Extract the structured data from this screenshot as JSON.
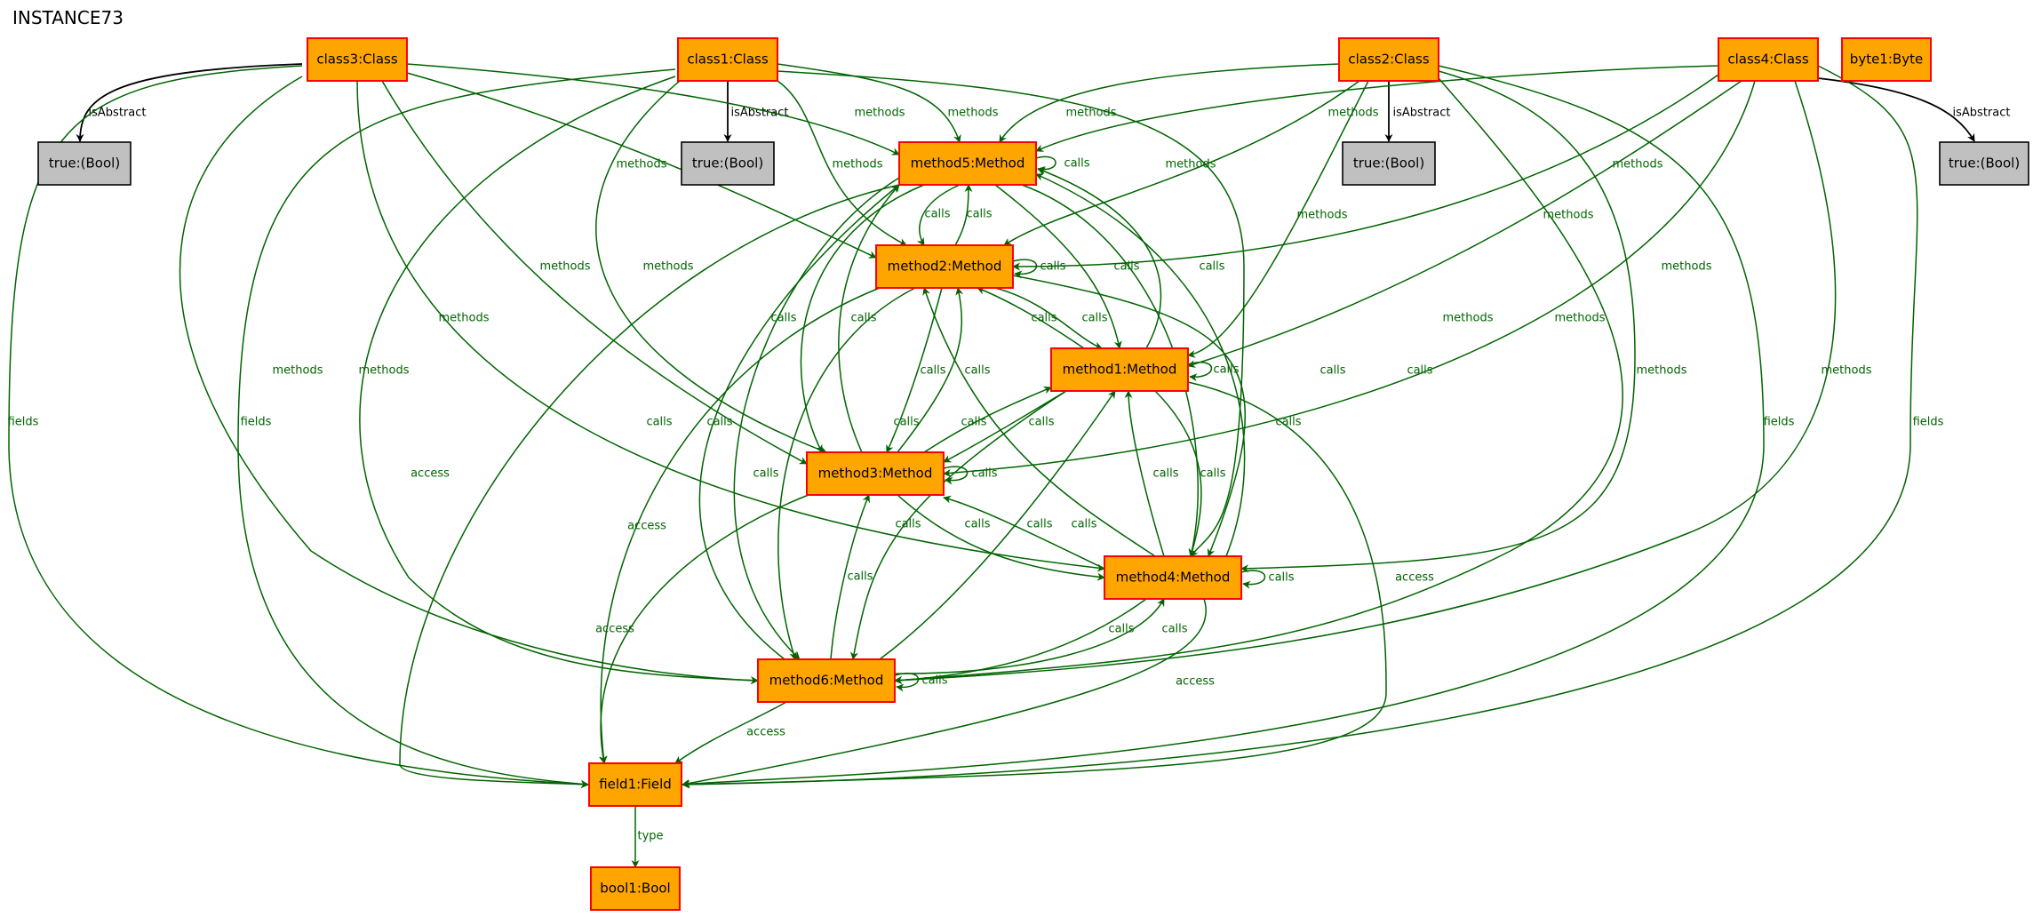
{
  "title": "INSTANCE73",
  "colors": {
    "class_fill": "#ffa500",
    "class_stroke": "#ff0000",
    "bool_fill": "#c0c0c0",
    "bool_stroke": "#000000",
    "green_edge": "#006400",
    "black_edge": "#000000"
  },
  "nodes": [
    {
      "id": "class3",
      "label": "class3:Class",
      "kind": "class"
    },
    {
      "id": "class1",
      "label": "class1:Class",
      "kind": "class"
    },
    {
      "id": "class2",
      "label": "class2:Class",
      "kind": "class"
    },
    {
      "id": "class4",
      "label": "class4:Class",
      "kind": "class"
    },
    {
      "id": "byte1",
      "label": "byte1:Byte",
      "kind": "class"
    },
    {
      "id": "trueA",
      "label": "true:(Bool)",
      "kind": "bool"
    },
    {
      "id": "trueB",
      "label": "true:(Bool)",
      "kind": "bool"
    },
    {
      "id": "trueC",
      "label": "true:(Bool)",
      "kind": "bool"
    },
    {
      "id": "trueD",
      "label": "true:(Bool)",
      "kind": "bool"
    },
    {
      "id": "method5",
      "label": "method5:Method",
      "kind": "class"
    },
    {
      "id": "method2",
      "label": "method2:Method",
      "kind": "class"
    },
    {
      "id": "method1",
      "label": "method1:Method",
      "kind": "class"
    },
    {
      "id": "method3",
      "label": "method3:Method",
      "kind": "class"
    },
    {
      "id": "method4",
      "label": "method4:Method",
      "kind": "class"
    },
    {
      "id": "method6",
      "label": "method6:Method",
      "kind": "class"
    },
    {
      "id": "field1",
      "label": "field1:Field",
      "kind": "class"
    },
    {
      "id": "bool1",
      "label": "bool1:Bool",
      "kind": "class"
    }
  ],
  "edges": [
    {
      "from": "class3",
      "to": "trueA",
      "label": "isAbstract"
    },
    {
      "from": "class1",
      "to": "trueB",
      "label": "isAbstract"
    },
    {
      "from": "class2",
      "to": "trueC",
      "label": "isAbstract"
    },
    {
      "from": "class4",
      "to": "trueD",
      "label": "isAbstract"
    },
    {
      "from": "class3",
      "to": "field1",
      "label": "fields"
    },
    {
      "from": "class1",
      "to": "field1",
      "label": "fields"
    },
    {
      "from": "class2",
      "to": "field1",
      "label": "fields"
    },
    {
      "from": "class4",
      "to": "field1",
      "label": "fields"
    },
    {
      "from": "class3",
      "to": "method5",
      "label": "methods"
    },
    {
      "from": "class3",
      "to": "method2",
      "label": "methods"
    },
    {
      "from": "class3",
      "to": "method3",
      "label": "methods"
    },
    {
      "from": "class3",
      "to": "method4",
      "label": "methods"
    },
    {
      "from": "class3",
      "to": "method6",
      "label": "methods"
    },
    {
      "from": "class1",
      "to": "method5",
      "label": "methods"
    },
    {
      "from": "class1",
      "to": "method2",
      "label": "methods"
    },
    {
      "from": "class1",
      "to": "method3",
      "label": "methods"
    },
    {
      "from": "class1",
      "to": "method1",
      "label": "methods"
    },
    {
      "from": "class1",
      "to": "method6",
      "label": "methods"
    },
    {
      "from": "class2",
      "to": "method5",
      "label": "methods"
    },
    {
      "from": "class2",
      "to": "method2",
      "label": "methods"
    },
    {
      "from": "class2",
      "to": "method1",
      "label": "methods"
    },
    {
      "from": "class2",
      "to": "method4",
      "label": "methods"
    },
    {
      "from": "class2",
      "to": "method6",
      "label": "methods"
    },
    {
      "from": "class4",
      "to": "method5",
      "label": "methods"
    },
    {
      "from": "class4",
      "to": "method2",
      "label": "methods"
    },
    {
      "from": "class4",
      "to": "method1",
      "label": "methods"
    },
    {
      "from": "class4",
      "to": "method3",
      "label": "methods"
    },
    {
      "from": "class4",
      "to": "method6",
      "label": "methods"
    },
    {
      "from": "method5",
      "to": "method5",
      "label": "calls"
    },
    {
      "from": "method5",
      "to": "method2",
      "label": "calls"
    },
    {
      "from": "method2",
      "to": "method5",
      "label": "calls"
    },
    {
      "from": "method5",
      "to": "method1",
      "label": "calls"
    },
    {
      "from": "method1",
      "to": "method5",
      "label": "calls"
    },
    {
      "from": "method5",
      "to": "method3",
      "label": "calls"
    },
    {
      "from": "method3",
      "to": "method5",
      "label": "calls"
    },
    {
      "from": "method5",
      "to": "method4",
      "label": "calls"
    },
    {
      "from": "method4",
      "to": "method5",
      "label": "calls"
    },
    {
      "from": "method5",
      "to": "method6",
      "label": "calls"
    },
    {
      "from": "method6",
      "to": "method5",
      "label": "calls"
    },
    {
      "from": "method2",
      "to": "method2",
      "label": "calls"
    },
    {
      "from": "method2",
      "to": "method1",
      "label": "calls"
    },
    {
      "from": "method1",
      "to": "method2",
      "label": "calls"
    },
    {
      "from": "method2",
      "to": "method3",
      "label": "calls"
    },
    {
      "from": "method3",
      "to": "method2",
      "label": "calls"
    },
    {
      "from": "method2",
      "to": "method4",
      "label": "calls"
    },
    {
      "from": "method4",
      "to": "method2",
      "label": "calls"
    },
    {
      "from": "method2",
      "to": "method6",
      "label": "calls"
    },
    {
      "from": "method1",
      "to": "method1",
      "label": "calls"
    },
    {
      "from": "method1",
      "to": "method3",
      "label": "calls"
    },
    {
      "from": "method3",
      "to": "method1",
      "label": "calls"
    },
    {
      "from": "method1",
      "to": "method4",
      "label": "calls"
    },
    {
      "from": "method4",
      "to": "method1",
      "label": "calls"
    },
    {
      "from": "method1",
      "to": "method6",
      "label": "calls"
    },
    {
      "from": "method6",
      "to": "method1",
      "label": "calls"
    },
    {
      "from": "method3",
      "to": "method3",
      "label": "calls"
    },
    {
      "from": "method3",
      "to": "method4",
      "label": "calls"
    },
    {
      "from": "method4",
      "to": "method3",
      "label": "calls"
    },
    {
      "from": "method6",
      "to": "method3",
      "label": "calls"
    },
    {
      "from": "method4",
      "to": "method4",
      "label": "calls"
    },
    {
      "from": "method4",
      "to": "method6",
      "label": "calls"
    },
    {
      "from": "method6",
      "to": "method4",
      "label": "calls"
    },
    {
      "from": "method6",
      "to": "method6",
      "label": "calls"
    },
    {
      "from": "method5",
      "to": "field1",
      "label": "access"
    },
    {
      "from": "method2",
      "to": "field1",
      "label": "access"
    },
    {
      "from": "method3",
      "to": "field1",
      "label": "access"
    },
    {
      "from": "method1",
      "to": "field1",
      "label": "access"
    },
    {
      "from": "method4",
      "to": "field1",
      "label": "access"
    },
    {
      "from": "method6",
      "to": "field1",
      "label": "access"
    },
    {
      "from": "field1",
      "to": "bool1",
      "label": "type"
    }
  ]
}
